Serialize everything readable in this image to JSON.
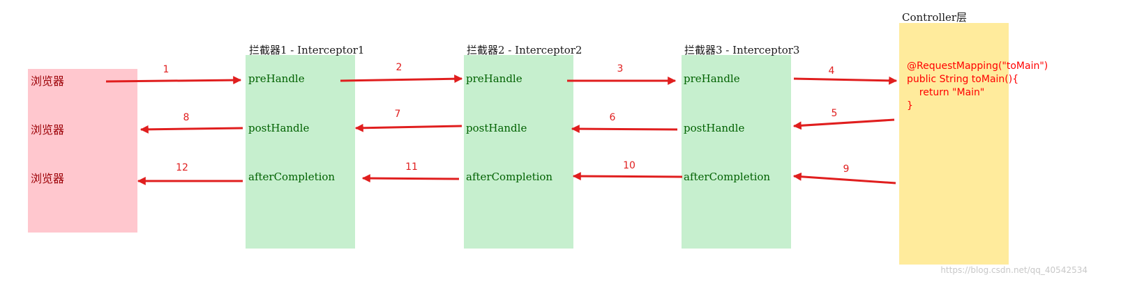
{
  "browser": {
    "labels": [
      "浏览器",
      "浏览器",
      "浏览器"
    ]
  },
  "interceptors": [
    {
      "title": "拦截器1 - Interceptor1"
    },
    {
      "title": "拦截器2 - Interceptor2"
    },
    {
      "title": "拦截器3 - Interceptor3"
    }
  ],
  "methods": {
    "pre": "preHandle",
    "post": "postHandle",
    "after": "afterCompletion"
  },
  "controller": {
    "title": "Controller层",
    "code": "@RequestMapping(\"toMain\")\npublic String toMain(){\n    return \"Main\"\n}"
  },
  "steps": [
    "1",
    "2",
    "3",
    "4",
    "5",
    "6",
    "7",
    "8",
    "9",
    "10",
    "11",
    "12"
  ],
  "colors": {
    "arrow": "#e01e1e",
    "browser_fill": "#ffc7ce",
    "interceptor_fill": "#c6efce",
    "controller_fill": "#ffeb9c",
    "code_text": "#ff0000"
  },
  "watermark": "https://blog.csdn.net/qq_40542534"
}
